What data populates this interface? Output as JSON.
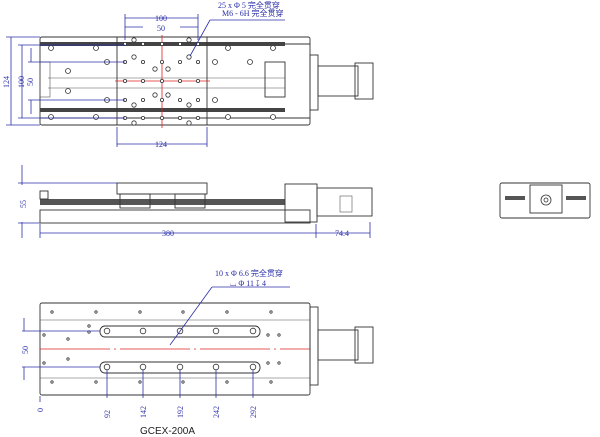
{
  "title": "GCEX-200A",
  "top_view": {
    "callout_line1": "25 x Φ 5 完全贯穿",
    "callout_line2": "M6 - 6H 完全贯穿",
    "dim_width_100": "100",
    "dim_width_50": "50",
    "dim_carriage_124": "124",
    "dim_height_124": "124",
    "dim_height_100": "100",
    "dim_height_50": "50"
  },
  "side_view": {
    "dim_height": "55",
    "dim_length": "380",
    "dim_motor": "74.4"
  },
  "bottom_view": {
    "callout_line1": "10 x Φ 6.6 完全贯穿",
    "callout_line2": "⌴ Φ 11 ↧ 4",
    "dim_spacing": "50",
    "positions": [
      "0",
      "92",
      "142",
      "192",
      "242",
      "292"
    ]
  }
}
